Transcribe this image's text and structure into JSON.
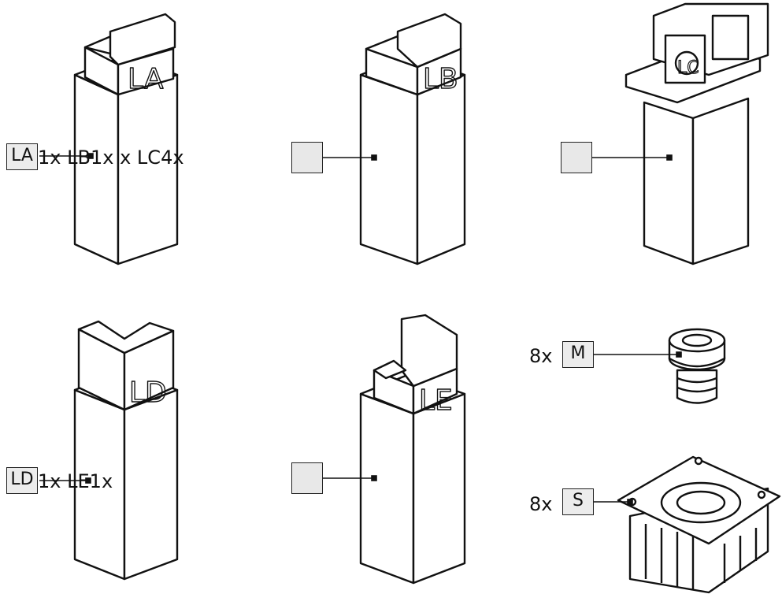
{
  "parts": [
    {
      "code": "LA",
      "qty_text": "1x"
    },
    {
      "code": "LB",
      "qty_text": "1x"
    },
    {
      "code": "LC",
      "qty_text": "4x"
    },
    {
      "code": "LD",
      "qty_text": "1x"
    },
    {
      "code": "LE",
      "qty_text": "1x"
    }
  ],
  "callouts": {
    "row1": {
      "box": "LA",
      "text_1": "1x",
      "text_2": "LB",
      "text_3": "1x",
      "text_4": "LC",
      "text_5": "4x"
    },
    "row2": {
      "box": "LD",
      "text_1": "1x",
      "text_2": "LE",
      "text_3": "1x"
    }
  },
  "hardware": [
    {
      "qty": "8x",
      "code": "M"
    },
    {
      "qty": "8x",
      "code": "S"
    }
  ]
}
